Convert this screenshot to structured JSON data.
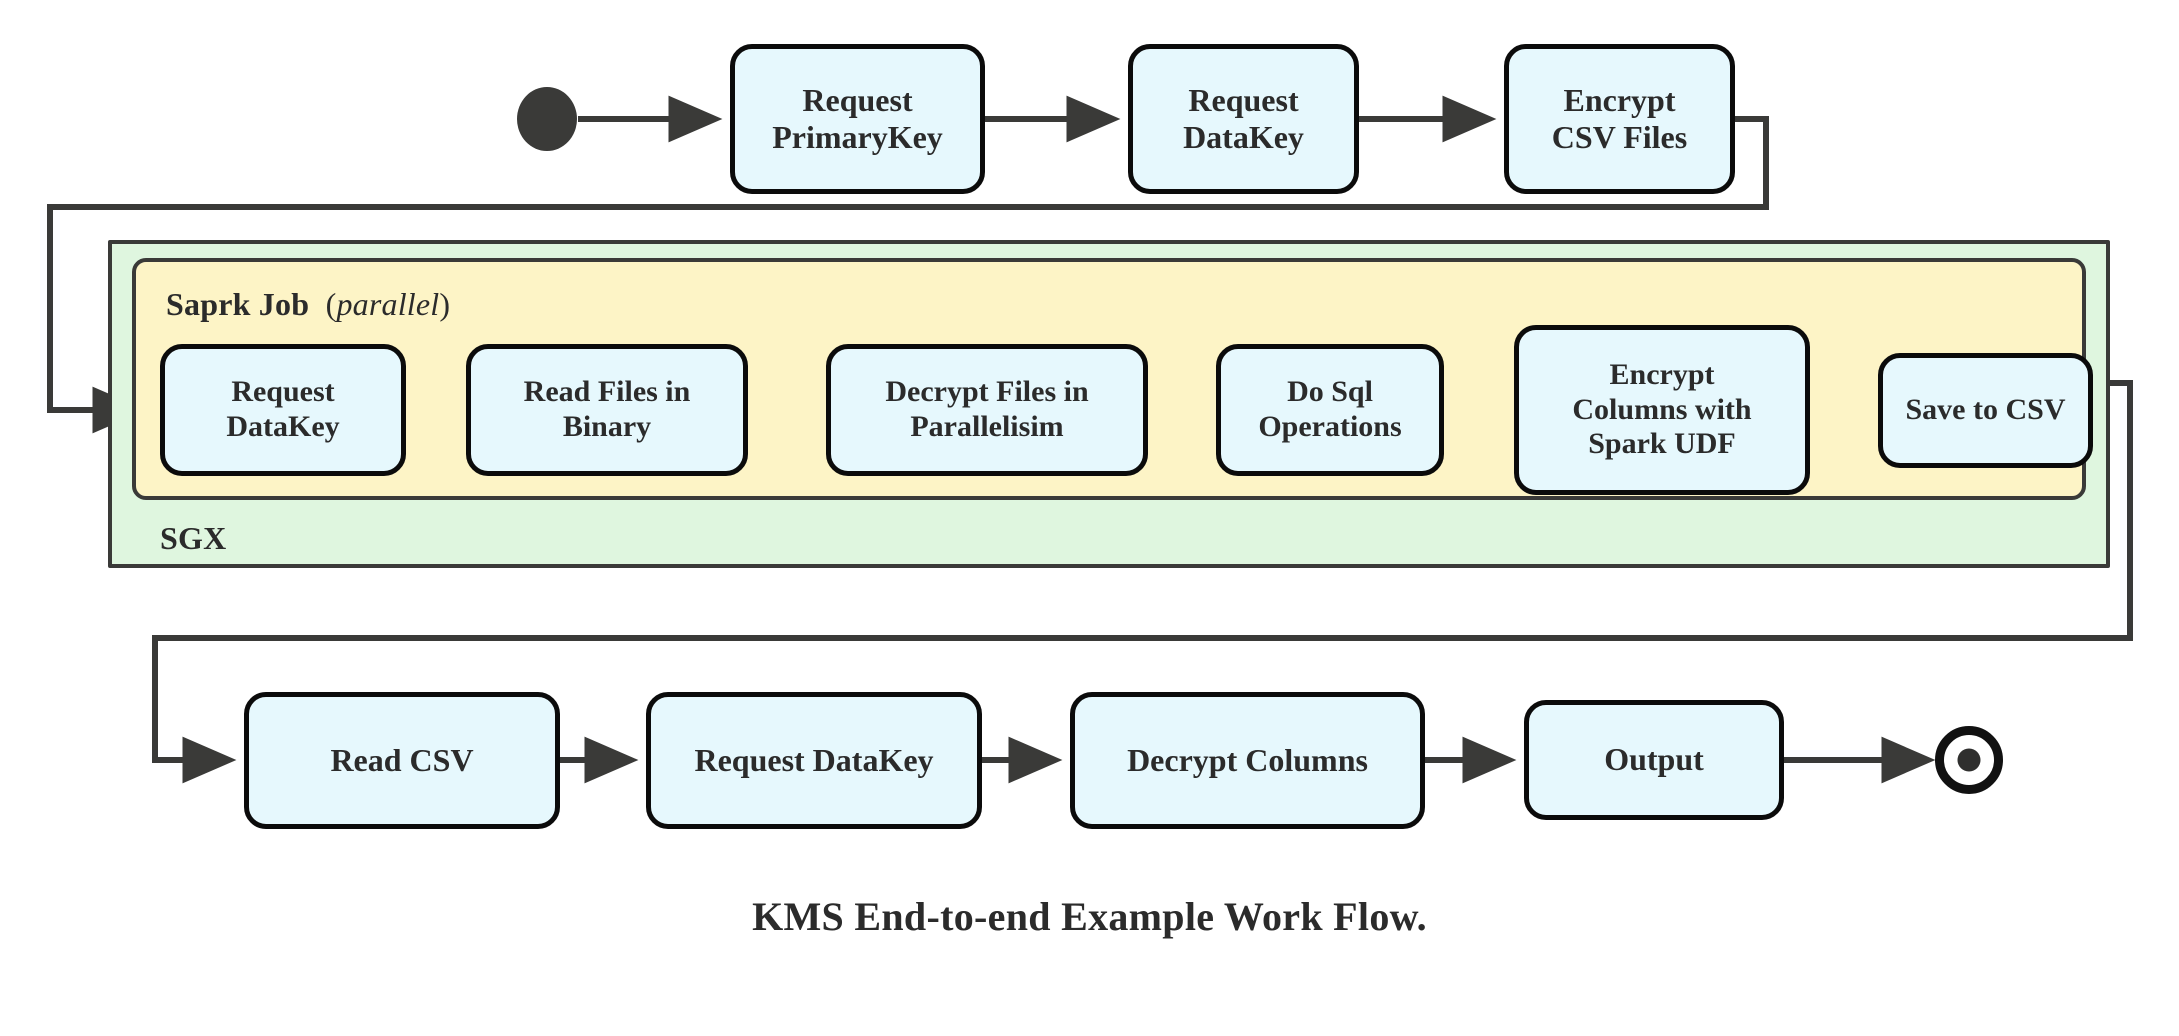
{
  "diagram": {
    "caption": "KMS End-to-end Example Work Flow.",
    "colors": {
      "node_fill": "#e6f8fd",
      "node_stroke": "#0b0b0b",
      "sgx_fill": "#dff6df",
      "spark_fill": "#fdf4c6",
      "container_stroke": "#3a3a38",
      "edge_stroke": "#3a3a38",
      "text": "#2b2b2b",
      "background": "#ffffff"
    },
    "containers": [
      {
        "id": "sgx",
        "label": "SGX",
        "label_position": "bottom-left"
      },
      {
        "id": "spark-job",
        "label": "Saprk Job",
        "qualifier": "(parallel)",
        "qualifier_italic_text": "parallel",
        "label_position": "top-left"
      }
    ],
    "markers": {
      "start": "start-node",
      "end": "end-node"
    },
    "rows": {
      "top": {
        "nodes": [
          {
            "id": "request-primarykey",
            "label": "Request\nPrimaryKey"
          },
          {
            "id": "request-datakey-top",
            "label": "Request\nDataKey"
          },
          {
            "id": "encrypt-csv-files",
            "label": "Encrypt\nCSV Files"
          }
        ]
      },
      "spark": {
        "nodes": [
          {
            "id": "request-datakey-spark",
            "label": "Request\nDataKey"
          },
          {
            "id": "read-files-in-binary",
            "label": "Read Files in\nBinary"
          },
          {
            "id": "decrypt-files-in-parallelisim",
            "label": "Decrypt Files in\nParallelisim"
          },
          {
            "id": "do-sql-operations",
            "label": "Do Sql\nOperations"
          },
          {
            "id": "encrypt-columns-with-spark-udf",
            "label": "Encrypt\nColumns with\nSpark UDF"
          },
          {
            "id": "save-to-csv",
            "label": "Save to CSV"
          }
        ]
      },
      "bottom": {
        "nodes": [
          {
            "id": "read-csv",
            "label": "Read CSV"
          },
          {
            "id": "request-datakey-bottom",
            "label": "Request DataKey"
          },
          {
            "id": "decrypt-columns",
            "label": "Decrypt Columns"
          },
          {
            "id": "output",
            "label": "Output"
          }
        ]
      }
    },
    "flow_sequence": [
      "start-node",
      "Request PrimaryKey",
      "Request DataKey",
      "Encrypt CSV Files",
      "Request DataKey",
      "Read Files in Binary",
      "Decrypt Files in Parallelisim",
      "Do Sql Operations",
      "Encrypt Columns with Spark UDF",
      "Save to CSV",
      "Read CSV",
      "Request DataKey",
      "Decrypt Columns",
      "Output",
      "end-node"
    ]
  }
}
